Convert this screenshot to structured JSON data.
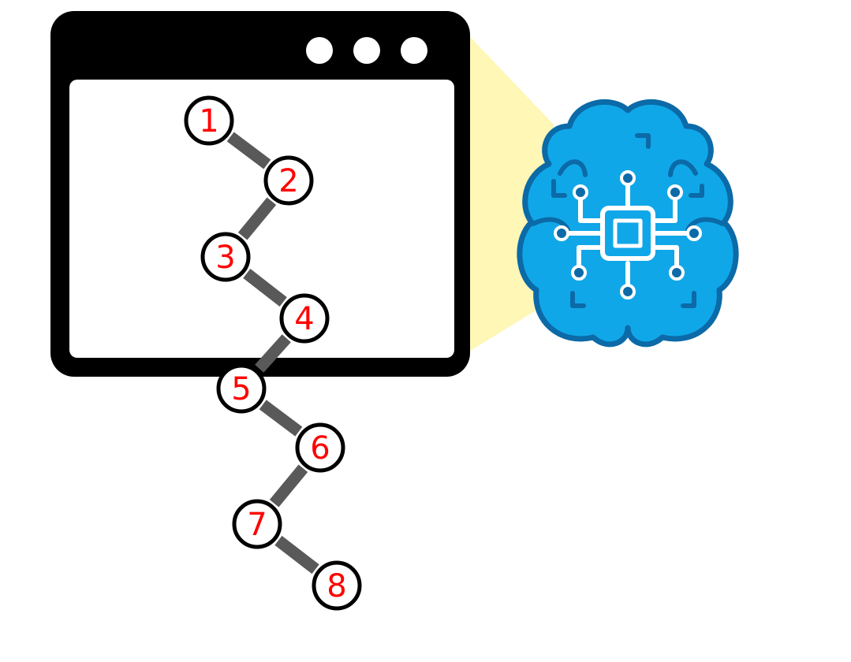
{
  "colors": {
    "window_frame": "#000000",
    "window_body": "#ffffff",
    "window_dots": "#ffffff",
    "focus_beam": "#fef7b5",
    "brain_fill": "#10a7e8",
    "brain_outline": "#0b6aa7",
    "node_fill": "#ffffff",
    "node_stroke": "#000000",
    "node_label": "#ff0000",
    "connector": "#595959"
  },
  "icons": {
    "window": "browser-window-icon",
    "brain": "brain-circuit-icon"
  },
  "sequence": {
    "nodes": [
      {
        "label": "1"
      },
      {
        "label": "2"
      },
      {
        "label": "3"
      },
      {
        "label": "4"
      },
      {
        "label": "5"
      },
      {
        "label": "6"
      },
      {
        "label": "7"
      },
      {
        "label": "8"
      }
    ]
  }
}
